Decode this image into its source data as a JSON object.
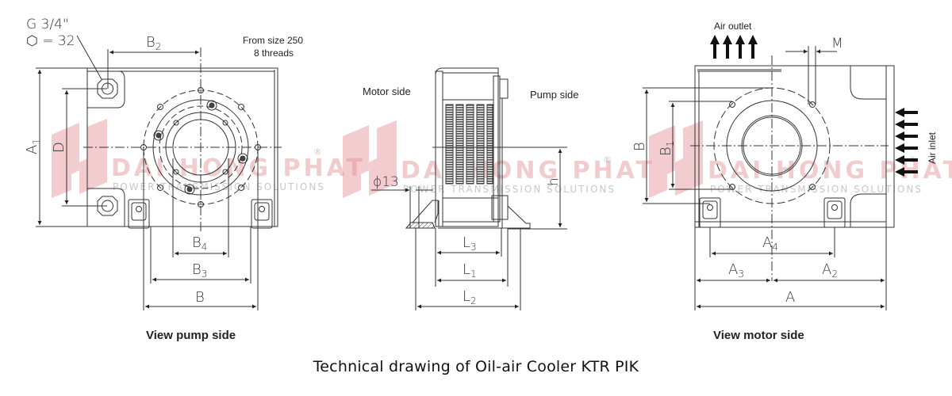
{
  "caption": "Technical drawing of Oil-air Cooler KTR PIK",
  "watermark": {
    "brand": "DAI HONG PHAT",
    "tagline": "POWER TRANSMISSION SOLUTIONS",
    "registered": "®",
    "color": "#e28f92"
  },
  "pump_view": {
    "title": "View pump side",
    "port_label_line1": "G 3/4\"",
    "port_label_line2": "⬡ = 32",
    "note_line1": "From size 250",
    "note_line2": "8 threads",
    "dims": {
      "a1": "A",
      "a1_sub": "1",
      "d": "D",
      "b2": "B",
      "b2_sub": "2",
      "b4": "B",
      "b4_sub": "4",
      "b3": "B",
      "b3_sub": "3",
      "b": "B"
    }
  },
  "side_view": {
    "motor_side": "Motor side",
    "pump_side": "Pump side",
    "dims": {
      "phi13": "ϕ13",
      "h": "h",
      "l3": "L",
      "l3_sub": "3",
      "l1": "L",
      "l1_sub": "1",
      "l2": "L",
      "l2_sub": "2"
    }
  },
  "motor_view": {
    "title": "View motor side",
    "air_outlet": "Air outlet",
    "air_inlet": "Air inlet",
    "dims": {
      "m": "M",
      "b": "B",
      "b1": "B",
      "b1_sub": "1",
      "a4": "A",
      "a4_sub": "4",
      "a3": "A",
      "a3_sub": "3",
      "a2": "A",
      "a2_sub": "2",
      "a": "A"
    }
  }
}
